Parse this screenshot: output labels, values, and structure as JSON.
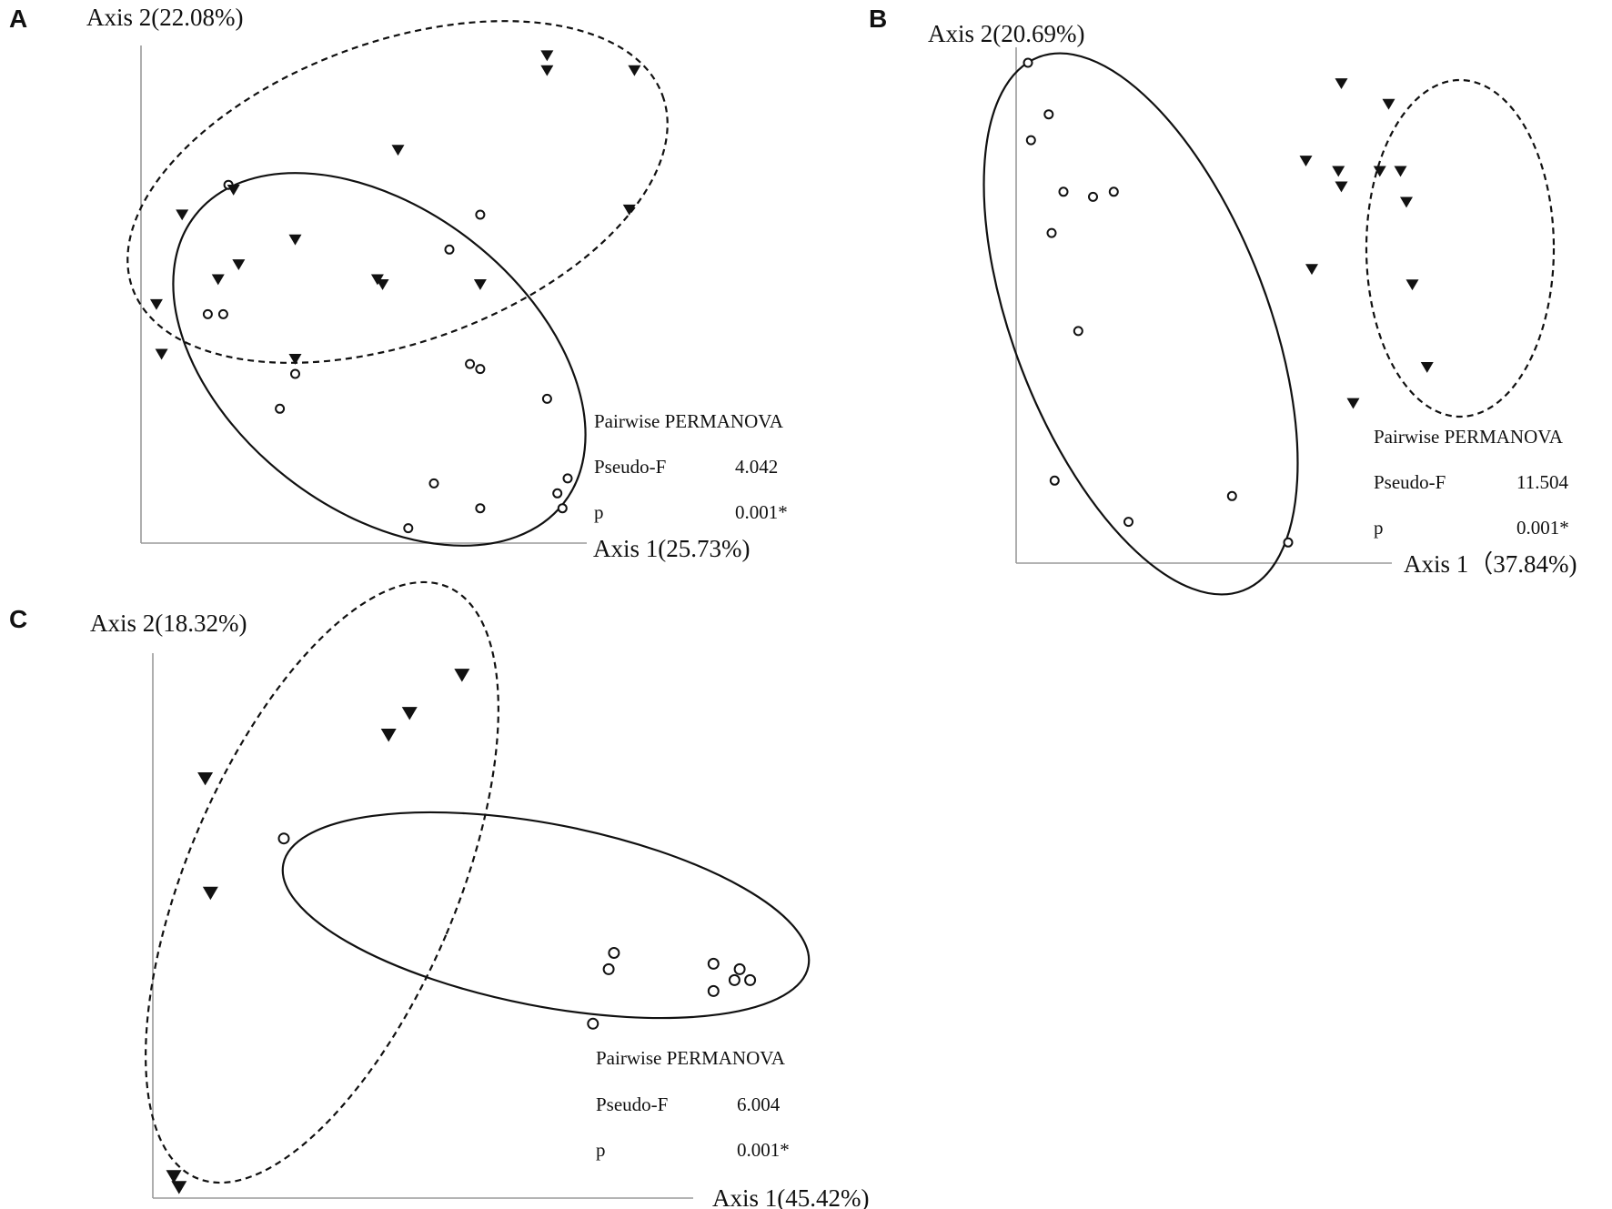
{
  "figure": {
    "panels": [
      {
        "letter": "A",
        "title": "",
        "xlabel": "Axis 1(25.73%)",
        "ylabel": "Axis 2(22.08%)",
        "stats": {
          "heading": "Pairwise PERMANOVA",
          "rows": [
            {
              "label": "Pseudo-F",
              "value": "4.042"
            },
            {
              "label": "p",
              "value": "0.001*"
            }
          ]
        }
      },
      {
        "letter": "B",
        "title": "",
        "xlabel": "Axis 1（37.84%)",
        "ylabel": "Axis 2(20.69%)",
        "stats": {
          "heading": "Pairwise PERMANOVA",
          "rows": [
            {
              "label": "Pseudo-F",
              "value": "11.504"
            },
            {
              "label": "p",
              "value": "0.001*"
            }
          ]
        }
      },
      {
        "letter": "C",
        "title": "",
        "xlabel": "Axis 1(45.42%)",
        "ylabel": "Axis 2(18.32%)",
        "stats": {
          "heading": "Pairwise PERMANOVA",
          "rows": [
            {
              "label": "Pseudo-F",
              "value": "6.004"
            },
            {
              "label": "p",
              "value": "0.001*"
            }
          ]
        }
      }
    ]
  },
  "colors": {
    "axis": "#9a9a9a",
    "marker": "#111111",
    "background": "#ffffff"
  },
  "chart_data": [
    {
      "type": "scatter",
      "panel": "A",
      "xlabel": "Axis 1(25.73%)",
      "ylabel": "Axis 2(22.08%)",
      "grid": false,
      "xlim": [
        0,
        1
      ],
      "ylim": [
        0,
        1
      ],
      "series": [
        {
          "marker": "circle",
          "ellipse": "solid",
          "points": [
            [
              0.17,
              0.72
            ],
            [
              0.66,
              0.66
            ],
            [
              0.6,
              0.59
            ],
            [
              0.13,
              0.46
            ],
            [
              0.16,
              0.46
            ],
            [
              0.3,
              0.34
            ],
            [
              0.27,
              0.27
            ],
            [
              0.64,
              0.36
            ],
            [
              0.66,
              0.35
            ],
            [
              0.79,
              0.29
            ],
            [
              0.57,
              0.12
            ],
            [
              0.83,
              0.13
            ],
            [
              0.81,
              0.1
            ],
            [
              0.82,
              0.07
            ],
            [
              0.66,
              0.07
            ],
            [
              0.52,
              0.03
            ]
          ]
        },
        {
          "marker": "triangle-down",
          "ellipse": "dashed",
          "points": [
            [
              0.79,
              0.98
            ],
            [
              0.79,
              0.95
            ],
            [
              0.96,
              0.95
            ],
            [
              0.5,
              0.79
            ],
            [
              0.95,
              0.67
            ],
            [
              0.08,
              0.66
            ],
            [
              0.18,
              0.71
            ],
            [
              0.3,
              0.61
            ],
            [
              0.19,
              0.56
            ],
            [
              0.15,
              0.53
            ],
            [
              0.46,
              0.53
            ],
            [
              0.47,
              0.52
            ],
            [
              0.66,
              0.52
            ],
            [
              0.03,
              0.48
            ],
            [
              0.04,
              0.38
            ],
            [
              0.3,
              0.37
            ]
          ]
        }
      ]
    },
    {
      "type": "scatter",
      "panel": "B",
      "xlabel": "Axis 1（37.84%)",
      "ylabel": "Axis 2(20.69%)",
      "grid": false,
      "xlim": [
        0,
        1
      ],
      "ylim": [
        0,
        1
      ],
      "series": [
        {
          "marker": "circle",
          "ellipse": "solid",
          "points": [
            [
              0.04,
              0.97
            ],
            [
              0.11,
              0.87
            ],
            [
              0.05,
              0.82
            ],
            [
              0.16,
              0.72
            ],
            [
              0.26,
              0.71
            ],
            [
              0.33,
              0.72
            ],
            [
              0.12,
              0.64
            ],
            [
              0.21,
              0.45
            ],
            [
              0.13,
              0.16
            ],
            [
              0.38,
              0.08
            ],
            [
              0.73,
              0.13
            ],
            [
              0.92,
              0.04
            ]
          ]
        },
        {
          "marker": "triangle-down",
          "ellipse": "dashed",
          "points": [
            [
              1.1,
              0.93
            ],
            [
              1.26,
              0.89
            ],
            [
              0.98,
              0.78
            ],
            [
              1.09,
              0.76
            ],
            [
              1.1,
              0.73
            ],
            [
              1.23,
              0.76
            ],
            [
              1.3,
              0.76
            ],
            [
              1.32,
              0.7
            ],
            [
              1.0,
              0.57
            ],
            [
              1.34,
              0.54
            ],
            [
              1.39,
              0.38
            ],
            [
              1.14,
              0.31
            ]
          ]
        }
      ]
    },
    {
      "type": "scatter",
      "panel": "C",
      "xlabel": "Axis 1(45.42%)",
      "ylabel": "Axis 2(18.32%)",
      "grid": false,
      "xlim": [
        0,
        1
      ],
      "ylim": [
        0,
        1
      ],
      "series": [
        {
          "marker": "circle",
          "ellipse": "solid",
          "points": [
            [
              0.25,
              0.66
            ],
            [
              0.88,
              0.45
            ],
            [
              0.87,
              0.42
            ],
            [
              1.07,
              0.43
            ],
            [
              1.12,
              0.42
            ],
            [
              1.11,
              0.4
            ],
            [
              1.14,
              0.4
            ],
            [
              1.07,
              0.38
            ],
            [
              0.84,
              0.32
            ]
          ]
        },
        {
          "marker": "triangle-down",
          "ellipse": "dashed",
          "points": [
            [
              0.59,
              0.96
            ],
            [
              0.49,
              0.89
            ],
            [
              0.45,
              0.85
            ],
            [
              0.1,
              0.77
            ],
            [
              0.11,
              0.56
            ],
            [
              0.04,
              0.04
            ],
            [
              0.05,
              0.02
            ]
          ]
        }
      ]
    }
  ]
}
